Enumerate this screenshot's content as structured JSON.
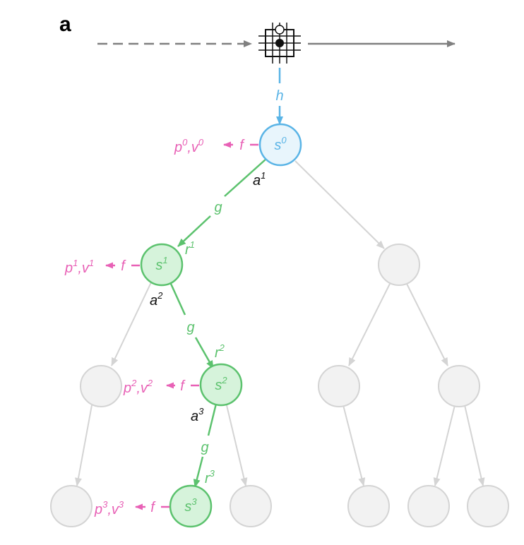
{
  "panel_label": "a",
  "colors": {
    "represent": "#5ab4e6",
    "represent_fill": "#e8f5fc",
    "dynamics": "#5cc26e",
    "dynamics_fill": "#d6f3db",
    "predict": "#e861b6",
    "inactive": "#d4d4d4",
    "inactive_fill": "#f2f2f2",
    "timeline": "#808080",
    "action_text": "#111111"
  },
  "functions": {
    "h": "h",
    "g": "g",
    "f": "f"
  },
  "states": [
    {
      "base": "s",
      "sup": "0"
    },
    {
      "base": "s",
      "sup": "1"
    },
    {
      "base": "s",
      "sup": "2"
    },
    {
      "base": "s",
      "sup": "3"
    }
  ],
  "predictions": [
    {
      "p": "p",
      "v": "v",
      "sup": "0",
      "sep": ","
    },
    {
      "p": "p",
      "v": "v",
      "sup": "1",
      "sep": ","
    },
    {
      "p": "p",
      "v": "v",
      "sup": "2",
      "sep": ","
    },
    {
      "p": "p",
      "v": "v",
      "sup": "3",
      "sep": ","
    }
  ],
  "actions": [
    {
      "base": "a",
      "sup": "1"
    },
    {
      "base": "a",
      "sup": "2"
    },
    {
      "base": "a",
      "sup": "3"
    }
  ],
  "rewards": [
    {
      "base": "r",
      "sup": "1"
    },
    {
      "base": "r",
      "sup": "2"
    },
    {
      "base": "r",
      "sup": "3"
    }
  ],
  "board_icon": "go-board-icon"
}
